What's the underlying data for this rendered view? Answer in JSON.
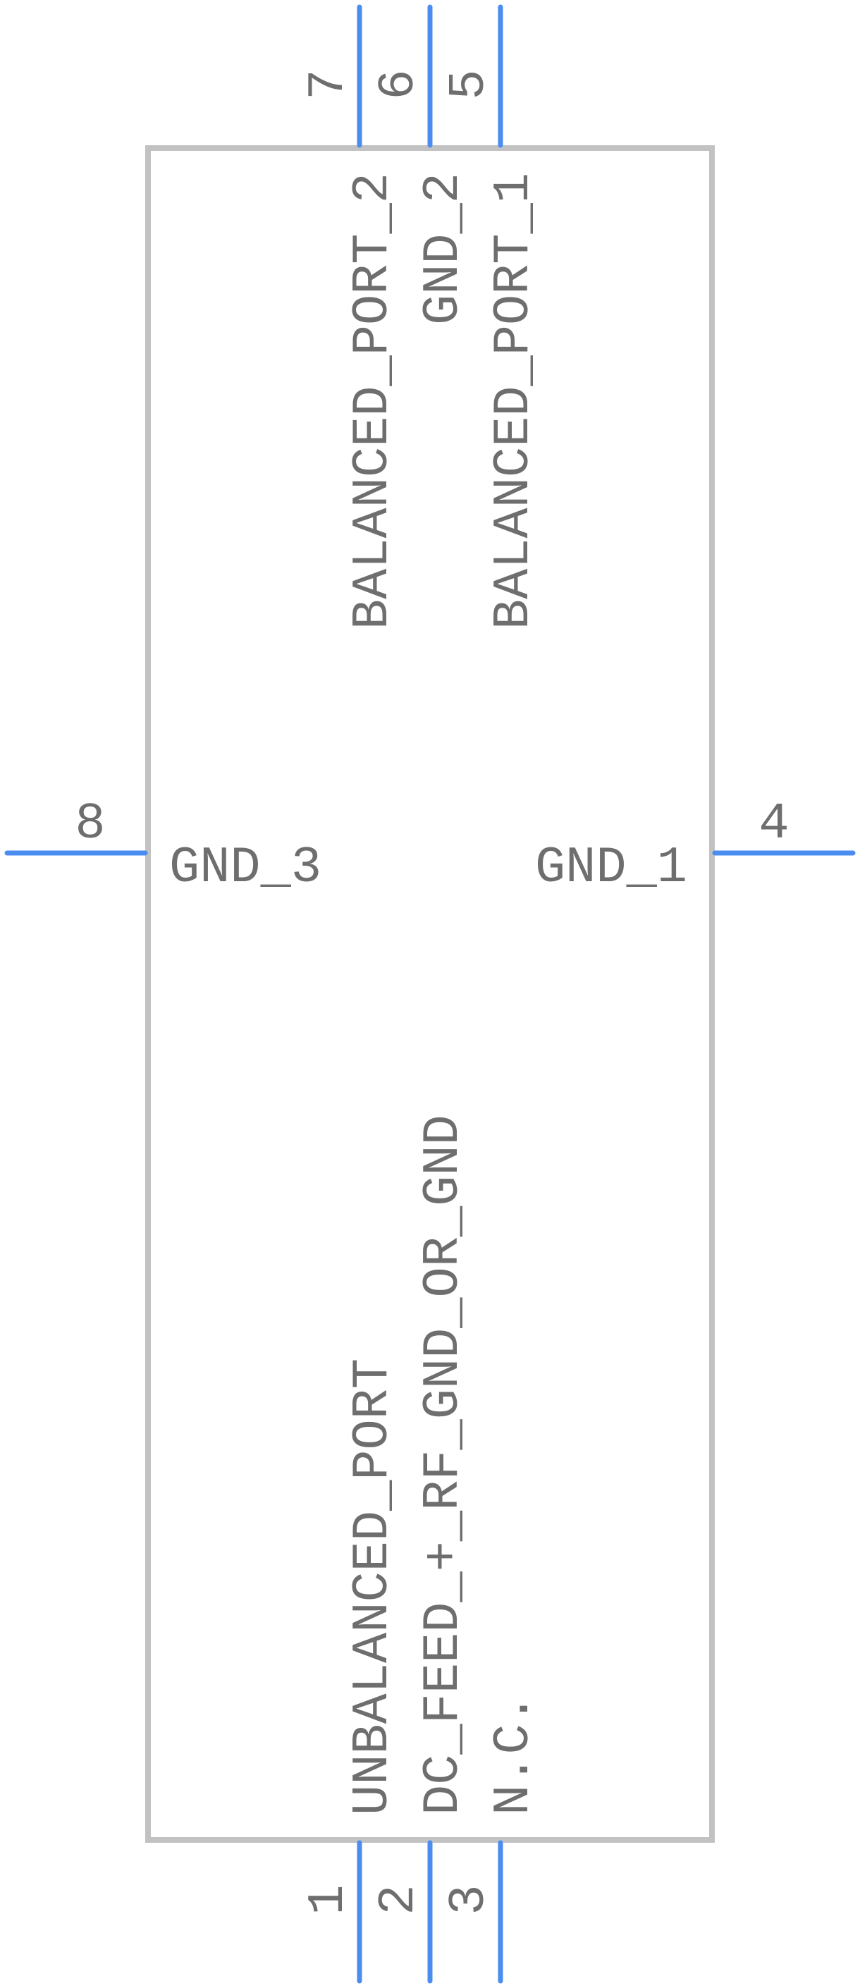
{
  "component": {
    "pins": [
      {
        "number": "1",
        "name": "UNBALANCED_PORT"
      },
      {
        "number": "2",
        "name": "DC_FEED_+_RF_GND_OR_GND"
      },
      {
        "number": "3",
        "name": "N.C."
      },
      {
        "number": "4",
        "name": "GND_1"
      },
      {
        "number": "5",
        "name": "BALANCED_PORT_1"
      },
      {
        "number": "6",
        "name": "GND_2"
      },
      {
        "number": "7",
        "name": "BALANCED_PORT_2"
      },
      {
        "number": "8",
        "name": "GND_3"
      }
    ]
  },
  "colors": {
    "pin": "#4a8cf0",
    "body_outline": "#c2c2c2",
    "text": "#6e6e6e"
  }
}
